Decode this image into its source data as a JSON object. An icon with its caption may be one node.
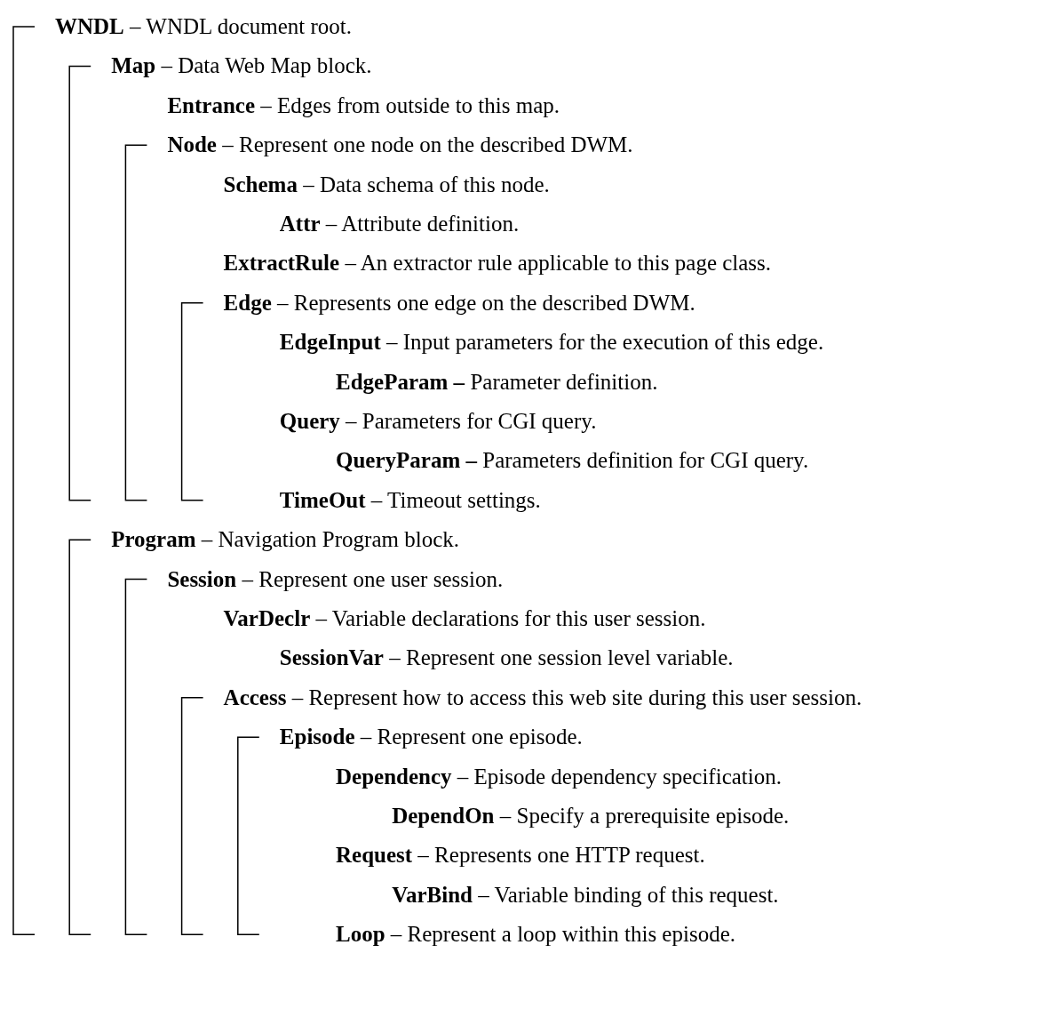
{
  "diagram": {
    "labels": [
      "**WNDL** – WNDL document root.",
      "**Map** – Data Web Map block.",
      "**Entrance** – Edges from outside to this map.",
      "**Node** – Represent one node on the described DWM.",
      "**Schema** – Data schema of this node.",
      "**Attr** – Attribute definition.",
      "**ExtractRule** – An extractor rule applicable to this page class.",
      "**Edge** – Represents one edge on the described DWM.",
      "**EdgeInput** – Input parameters for the execution of this edge.",
      "**EdgeParam –** Parameter definition.",
      "**Query** – Parameters for CGI query.",
      "**QueryParam –** Parameters definition for CGI query.",
      "**TimeOut** – Timeout settings.",
      "**Program** – Navigation Program block.",
      "**Session** – Represent one user session.",
      "**VarDeclr** – Variable declarations for this user session.",
      "**SessionVar** – Represent one session level variable.",
      "**Access** – Represent how to access this web site during this user session.",
      "**Episode** – Represent one episode.",
      "**Dependency** – Episode dependency specification.",
      "**DependOn** – Specify a prerequisite episode.",
      "**Request** – Represents one HTTP request.",
      "**VarBind** – Variable binding of this request.",
      "**Loop** – Represent a loop within this episode."
    ]
  }
}
